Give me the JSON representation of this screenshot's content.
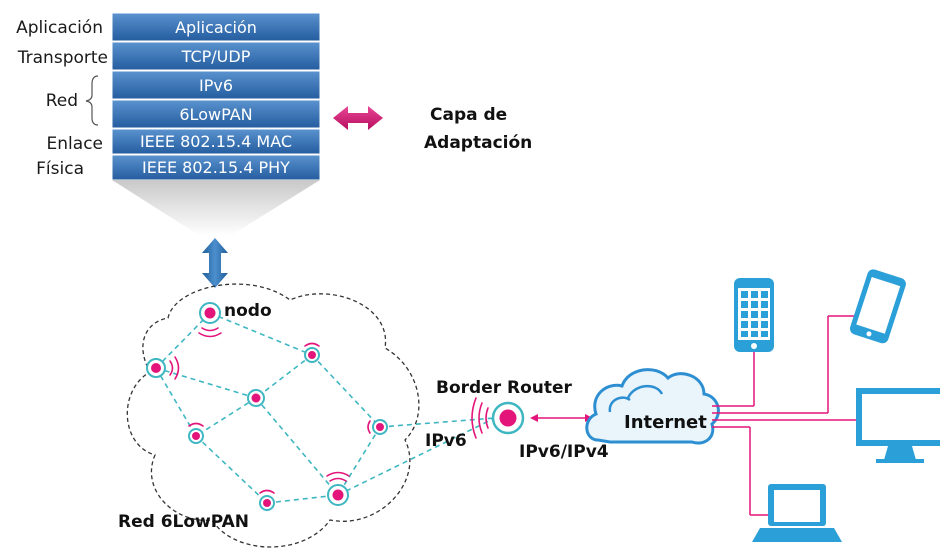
{
  "protocol_stack": {
    "layers": [
      {
        "label": "Aplicación"
      },
      {
        "label": "TCP/UDP"
      },
      {
        "label": "IPv6"
      },
      {
        "label": "6LowPAN"
      },
      {
        "label": "IEEE 802.15.4 MAC"
      },
      {
        "label": "IEEE 802.15.4 PHY"
      }
    ],
    "side_labels": {
      "aplicacion": "Aplicación",
      "transporte": "Transporte",
      "red": "Red",
      "enlace": "Enlace",
      "fisica": "Física"
    }
  },
  "adaptation": {
    "line1": "Capa de",
    "line2": "Adaptación"
  },
  "network": {
    "node_label": "nodo",
    "network_label": "Red 6LowPAN",
    "border_router_label": "Border Router",
    "ipv6_label": "IPv6",
    "ipv6_ipv4_label": "IPv6/IPv4",
    "internet_label": "Internet"
  },
  "colors": {
    "stack_blue": "#2f6fb6",
    "magenta": "#e3157a",
    "teal": "#3fb7c2",
    "device_blue": "#2a9fd8",
    "cloud_blue": "#2d8fd2"
  }
}
